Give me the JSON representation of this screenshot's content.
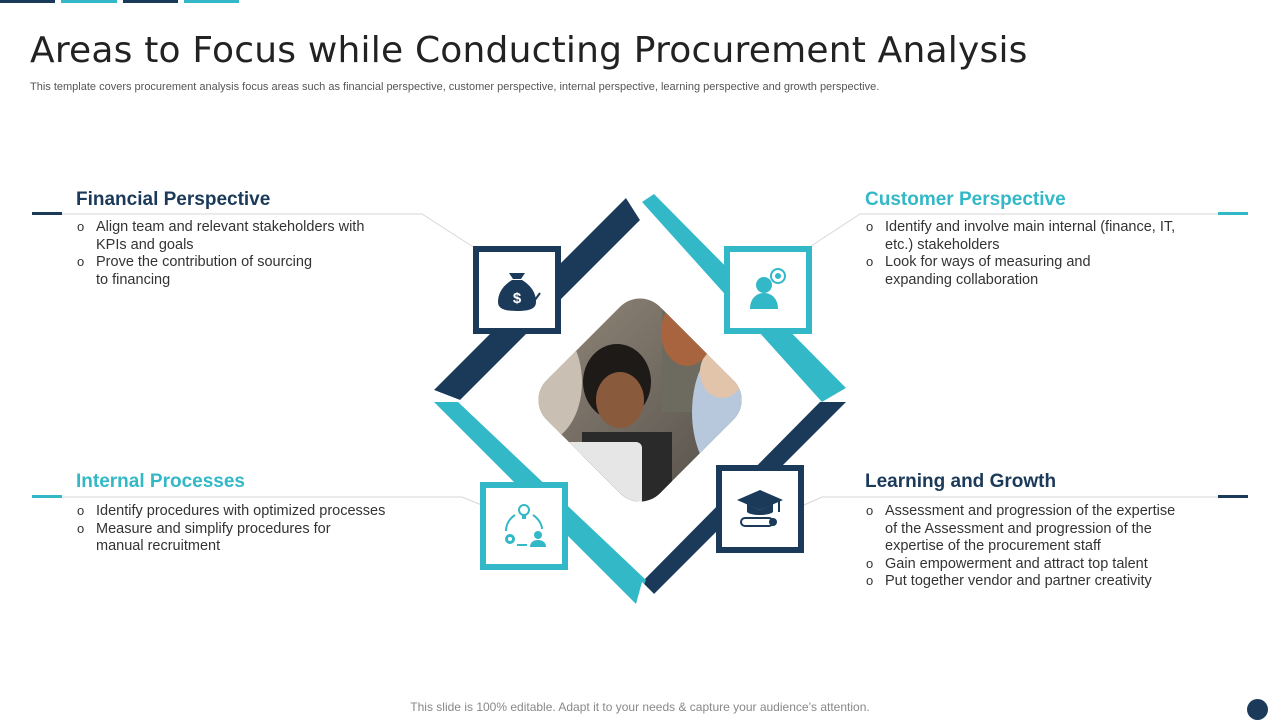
{
  "colors": {
    "navy": "#1b3a5a",
    "teal": "#33b8c7"
  },
  "header": {
    "title": "Areas to Focus while Conducting Procurement Analysis",
    "subtitle": "This template covers procurement analysis focus areas such as  financial perspective, customer perspective, internal perspective, learning perspective and growth perspective."
  },
  "sections": {
    "financial": {
      "title": "Financial Perspective",
      "icon": "money-bag-icon",
      "bullets": [
        "Align team and relevant stakeholders with KPIs and goals",
        "Prove the contribution of sourcing to financing"
      ]
    },
    "customer": {
      "title": "Customer Perspective",
      "icon": "customer-icon",
      "bullets": [
        "Identify and involve main internal (finance, IT, etc.) stakeholders",
        "Look for ways of measuring and expanding collaboration"
      ]
    },
    "internal": {
      "title": "Internal Processes",
      "icon": "process-cycle-icon",
      "bullets": [
        "Identify procedures with optimized processes",
        "Measure and simplify procedures for manual recruitment"
      ]
    },
    "learning": {
      "title": "Learning and Growth",
      "icon": "graduation-icon",
      "bullets": [
        "Assessment and progression of the expertise of the Assessment and progression of the expertise of the procurement staff",
        "Gain empowerment and attract top talent",
        "Put together vendor and partner creativity"
      ]
    }
  },
  "footer": {
    "text": "This slide is 100% editable. Adapt it to your needs & capture your audience’s attention."
  }
}
